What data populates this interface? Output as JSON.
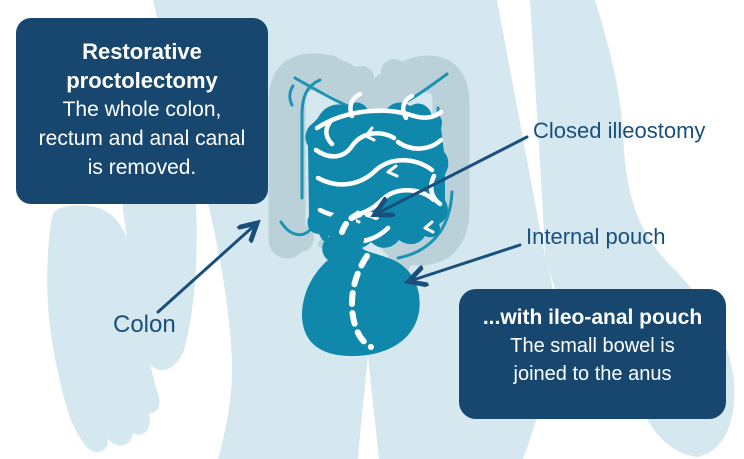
{
  "colors": {
    "navy_box": "#17476f",
    "label_navy": "#1a4f7d",
    "body_blue": "#d5e8f0",
    "colon_gray": "#bad1d9",
    "intestine_teal": "#0f88ab",
    "accent_teal": "#1d93b4",
    "suture_white": "#ffffff"
  },
  "left_box": {
    "title_lines": [
      "Restorative",
      "proctolectomy"
    ],
    "body_lines": [
      "The whole colon,",
      "rectum and anal canal",
      "is removed."
    ]
  },
  "right_box": {
    "title": "...with ileo-anal pouch",
    "body_lines": [
      "The small bowel is",
      "joined to the anus"
    ]
  },
  "labels": {
    "closed_ileostomy": "Closed illeostomy",
    "internal_pouch": "Internal pouch",
    "colon": "Colon"
  },
  "icons": {
    "arrow_to_ileostomy": "diagonal-pointer-arrow",
    "arrow_to_pouch": "diagonal-pointer-arrow",
    "arrow_to_colon": "diagonal-pointer-arrow",
    "ileostomy_suture": "white-dashed-arc",
    "pouch_suture": "white-dashed-curve"
  }
}
